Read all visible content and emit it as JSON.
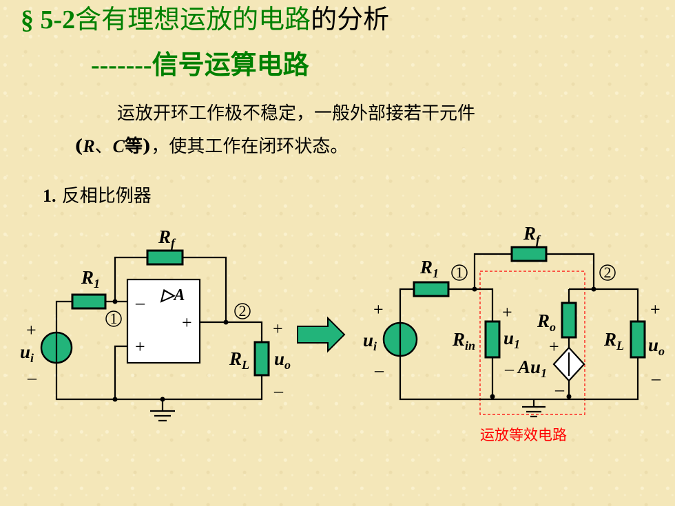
{
  "title": {
    "section": "§ 5-2",
    "highlight": "含有理想运放的电路",
    "rest": "的分析",
    "dashes": "-------",
    "subtitle": "信号运算电路"
  },
  "paragraph": {
    "line1": "运放开环工作极不稳定，一般外部接若干元件",
    "open": "(",
    "r": "R",
    "sep": "、",
    "c": "C",
    "deng": "等)",
    "tail": "，使其工作在闭环状态。"
  },
  "section1": {
    "num": "1.",
    "label": "反相比例器"
  },
  "left_circuit": {
    "rf": "R",
    "rf_sub": "f",
    "r1": "R",
    "r1_sub": "1",
    "rl": "R",
    "rl_sub": "L",
    "ui": "u",
    "ui_sub": "i",
    "uo": "u",
    "uo_sub": "o",
    "node1": "1",
    "node2": "2",
    "opamp_a": "▷A",
    "minus": "–",
    "plus": "+"
  },
  "right_circuit": {
    "rf": "R",
    "rf_sub": "f",
    "r1": "R",
    "r1_sub": "1",
    "rin": "R",
    "rin_sub": "in",
    "ro": "R",
    "ro_sub": "o",
    "rl": "R",
    "rl_sub": "L",
    "ui": "u",
    "ui_sub": "i",
    "uo": "u",
    "uo_sub": "o",
    "u1": "u",
    "u1_sub": "1",
    "au1": "Au",
    "au1_sub": "1",
    "node1": "1",
    "node2": "2",
    "minus": "–",
    "plus": "+",
    "caption": "运放等效电路"
  },
  "colors": {
    "title_green": "#008000",
    "component_fill": "#22b47a",
    "caption_red": "#ff0000",
    "background": "#f4e7b9"
  }
}
